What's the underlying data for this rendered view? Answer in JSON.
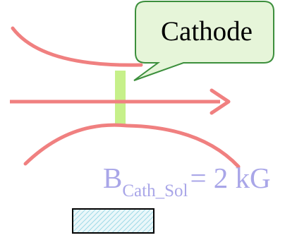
{
  "callout": {
    "label": "Cathode"
  },
  "field_label": {
    "symbol": "B",
    "subscript": "Cath_Sol",
    "value_text": "= 2 kG"
  },
  "colors": {
    "magnet_curve": "#f08080",
    "beam_arrow": "#f08080",
    "cathode_bar": "#c6f08a",
    "callout_fill": "#e6f5d9",
    "callout_stroke": "#3c8f3c",
    "label_color": "#a9a6e8",
    "hatch": "#9dd9e6",
    "box_stroke": "#000000"
  }
}
